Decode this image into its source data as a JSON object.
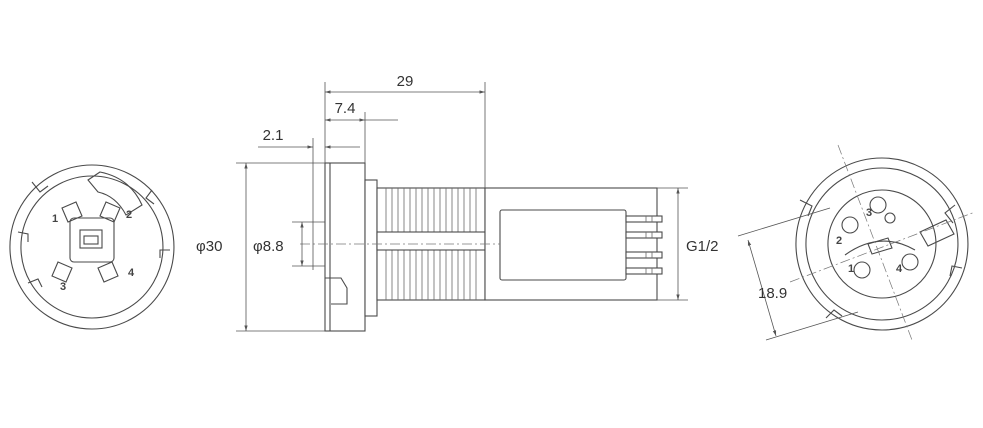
{
  "dimensions": {
    "overall_length": "29",
    "flange_length": "7.4",
    "flange_thickness": "2.1",
    "outer_diameter": "φ30",
    "inner_diameter": "φ8.8",
    "thread_size": "G1/2",
    "back_flat": "18.9"
  },
  "pins": {
    "front": [
      "1",
      "2",
      "3",
      "4"
    ],
    "back": [
      "1",
      "2",
      "3",
      "4"
    ]
  }
}
